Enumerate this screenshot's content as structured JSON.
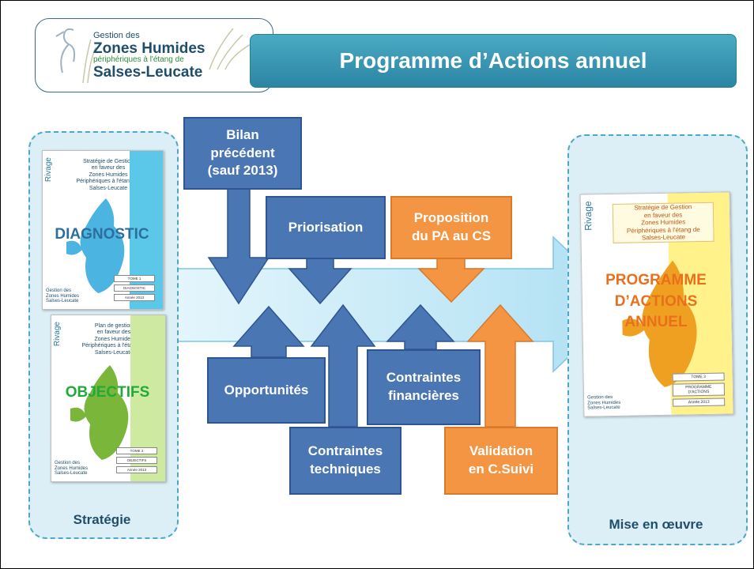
{
  "header": {
    "logo": {
      "line1": "Gestion des",
      "line2": "Zones Humides",
      "line3": "périphériques à l'étang de",
      "line4": "Salses-Leucate"
    },
    "title": "Programme d’Actions annuel"
  },
  "left_panel": {
    "label": "Stratégie",
    "doc1": {
      "rivage": "Rivage",
      "title": "Stratégie de Gestion\nen faveur des\nZones Humides\nPériphériques à l'étang de\nSalses-Leucate",
      "overlay": "DIAGNOSTIC",
      "tome": "TOME 1",
      "tome_name": "DIAGNOSTIC",
      "year": "Année 2013",
      "footer": "Gestion des\nZones Humides\nSalses-Leucate"
    },
    "doc2": {
      "rivage": "Rivage",
      "title": "Plan de gestion\nen faveur des\nZones Humides\nPériphériques à l'étang de\nSalses-Leucate",
      "overlay": "OBJECTIFS",
      "tome": "TOME 2",
      "tome_name": "OBJECTIFS",
      "year": "Année 2013",
      "footer": "Gestion des\nZones Humides\nSalses-Leucate"
    }
  },
  "right_panel": {
    "label": "Mise en œuvre",
    "doc": {
      "rivage": "Rivage",
      "title": "Stratégie de Gestion\nen faveur des\nZones Humides\nPériphériques à l'étang de\nSalses-Leucate",
      "overlay": "PROGRAMME\nD’ACTIONS\nANNUEL",
      "tome": "TOME 3",
      "tome_name": "PROGRAMME D'ACTIONS",
      "year": "Année 2013",
      "footer": "Gestion des\nZones Humides\nSalses-Leucate"
    }
  },
  "boxes": {
    "bilan": "Bilan\nprécédent\n(sauf 2013)",
    "priorisation": "Priorisation",
    "proposition": "Proposition\ndu PA au CS",
    "opportunites": "Opportunités",
    "contraintes_tech": "Contraintes\ntechniques",
    "contraintes_fin": "Contraintes\nfinancières",
    "validation": "Validation\nen C.Suivi"
  },
  "colors": {
    "blue_box": "#4a76b3",
    "orange_box": "#f49544",
    "big_arrow": "#bfe8f7",
    "panel_border": "#4ea7c7",
    "title_bar": "#2b85a3",
    "diagnostic_text": "#2c6f9e",
    "objectifs_text": "#23a83c",
    "programme_text": "#e8701d"
  }
}
